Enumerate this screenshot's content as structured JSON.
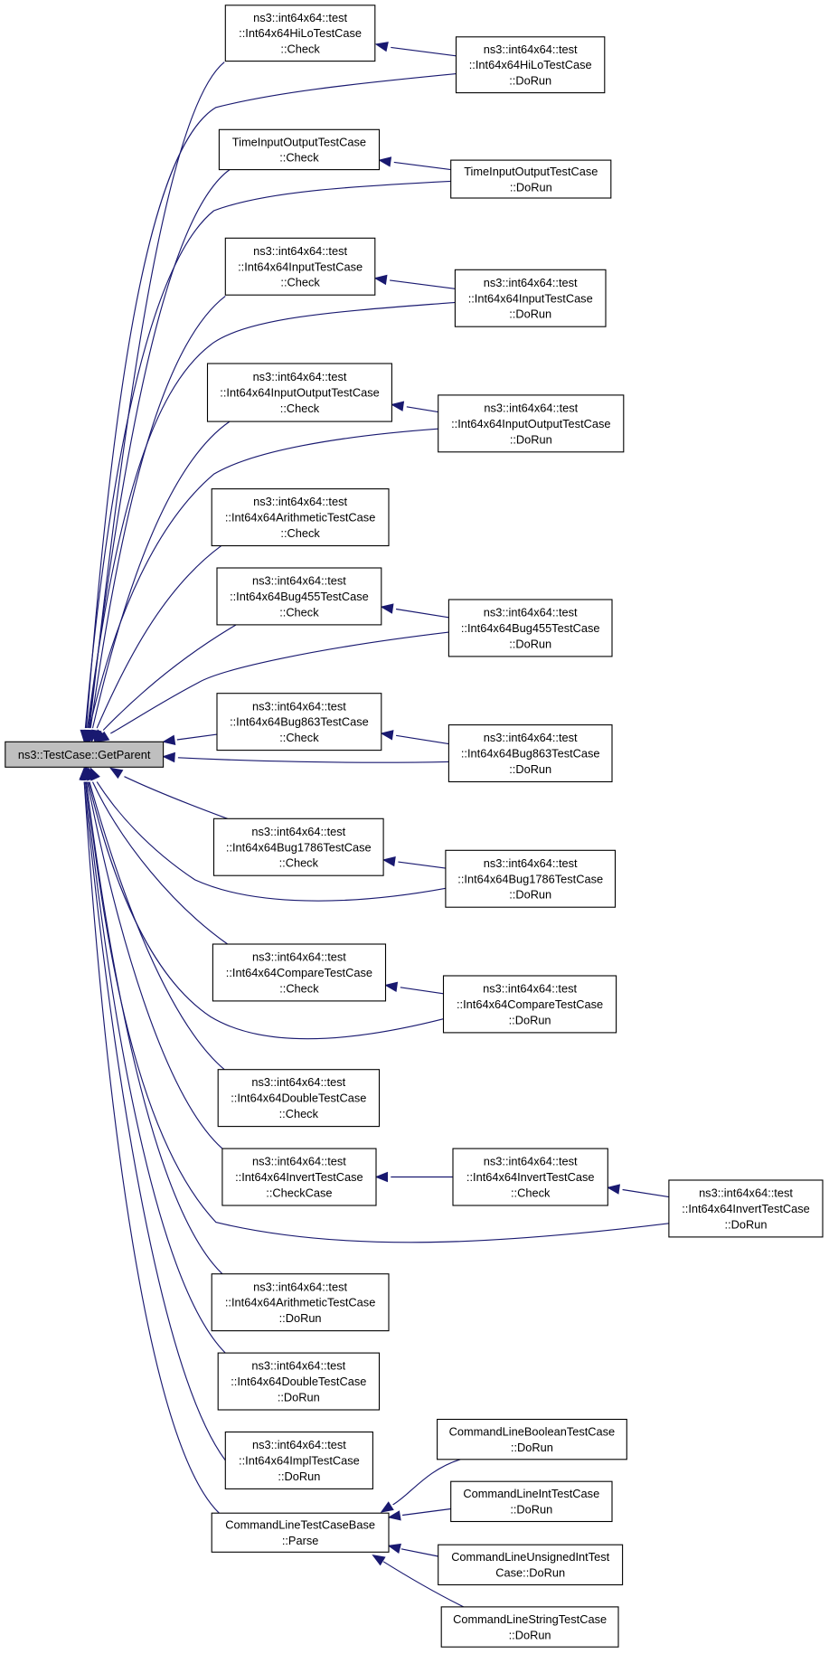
{
  "diagram": {
    "title": "",
    "colors": {
      "edge": "#191970",
      "root_fill": "#bfbfbf",
      "node_fill": "#ffffff",
      "border": "#000000"
    },
    "nodes": [
      {
        "id": "getparent",
        "lines": [
          "ns3::TestCase::GetParent"
        ],
        "root": true
      },
      {
        "id": "hilo_check",
        "lines": [
          "ns3::int64x64::test",
          "::Int64x64HiLoTestCase",
          "::Check"
        ]
      },
      {
        "id": "hilo_dorun",
        "lines": [
          "ns3::int64x64::test",
          "::Int64x64HiLoTestCase",
          "::DoRun"
        ]
      },
      {
        "id": "time_check",
        "lines": [
          "TimeInputOutputTestCase",
          "::Check"
        ]
      },
      {
        "id": "time_dorun",
        "lines": [
          "TimeInputOutputTestCase",
          "::DoRun"
        ]
      },
      {
        "id": "input_check",
        "lines": [
          "ns3::int64x64::test",
          "::Int64x64InputTestCase",
          "::Check"
        ]
      },
      {
        "id": "input_dorun",
        "lines": [
          "ns3::int64x64::test",
          "::Int64x64InputTestCase",
          "::DoRun"
        ]
      },
      {
        "id": "inout_check",
        "lines": [
          "ns3::int64x64::test",
          "::Int64x64InputOutputTestCase",
          "::Check"
        ]
      },
      {
        "id": "inout_dorun",
        "lines": [
          "ns3::int64x64::test",
          "::Int64x64InputOutputTestCase",
          "::DoRun"
        ]
      },
      {
        "id": "arith_check",
        "lines": [
          "ns3::int64x64::test",
          "::Int64x64ArithmeticTestCase",
          "::Check"
        ]
      },
      {
        "id": "bug455_check",
        "lines": [
          "ns3::int64x64::test",
          "::Int64x64Bug455TestCase",
          "::Check"
        ]
      },
      {
        "id": "bug455_dorun",
        "lines": [
          "ns3::int64x64::test",
          "::Int64x64Bug455TestCase",
          "::DoRun"
        ]
      },
      {
        "id": "bug863_check",
        "lines": [
          "ns3::int64x64::test",
          "::Int64x64Bug863TestCase",
          "::Check"
        ]
      },
      {
        "id": "bug863_dorun",
        "lines": [
          "ns3::int64x64::test",
          "::Int64x64Bug863TestCase",
          "::DoRun"
        ]
      },
      {
        "id": "bug1786_check",
        "lines": [
          "ns3::int64x64::test",
          "::Int64x64Bug1786TestCase",
          "::Check"
        ]
      },
      {
        "id": "bug1786_dorun",
        "lines": [
          "ns3::int64x64::test",
          "::Int64x64Bug1786TestCase",
          "::DoRun"
        ]
      },
      {
        "id": "compare_check",
        "lines": [
          "ns3::int64x64::test",
          "::Int64x64CompareTestCase",
          "::Check"
        ]
      },
      {
        "id": "compare_dorun",
        "lines": [
          "ns3::int64x64::test",
          "::Int64x64CompareTestCase",
          "::DoRun"
        ]
      },
      {
        "id": "double_check",
        "lines": [
          "ns3::int64x64::test",
          "::Int64x64DoubleTestCase",
          "::Check"
        ]
      },
      {
        "id": "invert_checkcase",
        "lines": [
          "ns3::int64x64::test",
          "::Int64x64InvertTestCase",
          "::CheckCase"
        ]
      },
      {
        "id": "invert_check",
        "lines": [
          "ns3::int64x64::test",
          "::Int64x64InvertTestCase",
          "::Check"
        ]
      },
      {
        "id": "invert_dorun",
        "lines": [
          "ns3::int64x64::test",
          "::Int64x64InvertTestCase",
          "::DoRun"
        ]
      },
      {
        "id": "arith_dorun",
        "lines": [
          "ns3::int64x64::test",
          "::Int64x64ArithmeticTestCase",
          "::DoRun"
        ]
      },
      {
        "id": "double_dorun",
        "lines": [
          "ns3::int64x64::test",
          "::Int64x64DoubleTestCase",
          "::DoRun"
        ]
      },
      {
        "id": "impl_dorun",
        "lines": [
          "ns3::int64x64::test",
          "::Int64x64ImplTestCase",
          "::DoRun"
        ]
      },
      {
        "id": "cl_parse",
        "lines": [
          "CommandLineTestCaseBase",
          "::Parse"
        ]
      },
      {
        "id": "cl_bool",
        "lines": [
          "CommandLineBooleanTestCase",
          "::DoRun"
        ]
      },
      {
        "id": "cl_int",
        "lines": [
          "CommandLineIntTestCase",
          "::DoRun"
        ]
      },
      {
        "id": "cl_uint",
        "lines": [
          "CommandLineUnsignedIntTest",
          "Case::DoRun"
        ]
      },
      {
        "id": "cl_string",
        "lines": [
          "CommandLineStringTestCase",
          "::DoRun"
        ]
      }
    ],
    "edges": [
      {
        "from": "hilo_check",
        "to": "getparent"
      },
      {
        "from": "hilo_dorun",
        "to": "getparent"
      },
      {
        "from": "hilo_dorun",
        "to": "hilo_check"
      },
      {
        "from": "time_check",
        "to": "getparent"
      },
      {
        "from": "time_dorun",
        "to": "getparent"
      },
      {
        "from": "time_dorun",
        "to": "time_check"
      },
      {
        "from": "input_check",
        "to": "getparent"
      },
      {
        "from": "input_dorun",
        "to": "getparent"
      },
      {
        "from": "input_dorun",
        "to": "input_check"
      },
      {
        "from": "inout_check",
        "to": "getparent"
      },
      {
        "from": "inout_dorun",
        "to": "getparent"
      },
      {
        "from": "inout_dorun",
        "to": "inout_check"
      },
      {
        "from": "arith_check",
        "to": "getparent"
      },
      {
        "from": "bug455_check",
        "to": "getparent"
      },
      {
        "from": "bug455_dorun",
        "to": "getparent"
      },
      {
        "from": "bug455_dorun",
        "to": "bug455_check"
      },
      {
        "from": "bug863_check",
        "to": "getparent"
      },
      {
        "from": "bug863_dorun",
        "to": "getparent"
      },
      {
        "from": "bug863_dorun",
        "to": "bug863_check"
      },
      {
        "from": "bug1786_check",
        "to": "getparent"
      },
      {
        "from": "bug1786_dorun",
        "to": "getparent"
      },
      {
        "from": "bug1786_dorun",
        "to": "bug1786_check"
      },
      {
        "from": "compare_check",
        "to": "getparent"
      },
      {
        "from": "compare_dorun",
        "to": "getparent"
      },
      {
        "from": "compare_dorun",
        "to": "compare_check"
      },
      {
        "from": "double_check",
        "to": "getparent"
      },
      {
        "from": "invert_checkcase",
        "to": "getparent"
      },
      {
        "from": "invert_check",
        "to": "invert_checkcase"
      },
      {
        "from": "invert_dorun",
        "to": "invert_check"
      },
      {
        "from": "invert_dorun",
        "to": "getparent"
      },
      {
        "from": "arith_dorun",
        "to": "getparent"
      },
      {
        "from": "double_dorun",
        "to": "getparent"
      },
      {
        "from": "impl_dorun",
        "to": "getparent"
      },
      {
        "from": "cl_parse",
        "to": "getparent"
      },
      {
        "from": "cl_bool",
        "to": "cl_parse"
      },
      {
        "from": "cl_int",
        "to": "cl_parse"
      },
      {
        "from": "cl_uint",
        "to": "cl_parse"
      },
      {
        "from": "cl_string",
        "to": "cl_parse"
      }
    ]
  }
}
